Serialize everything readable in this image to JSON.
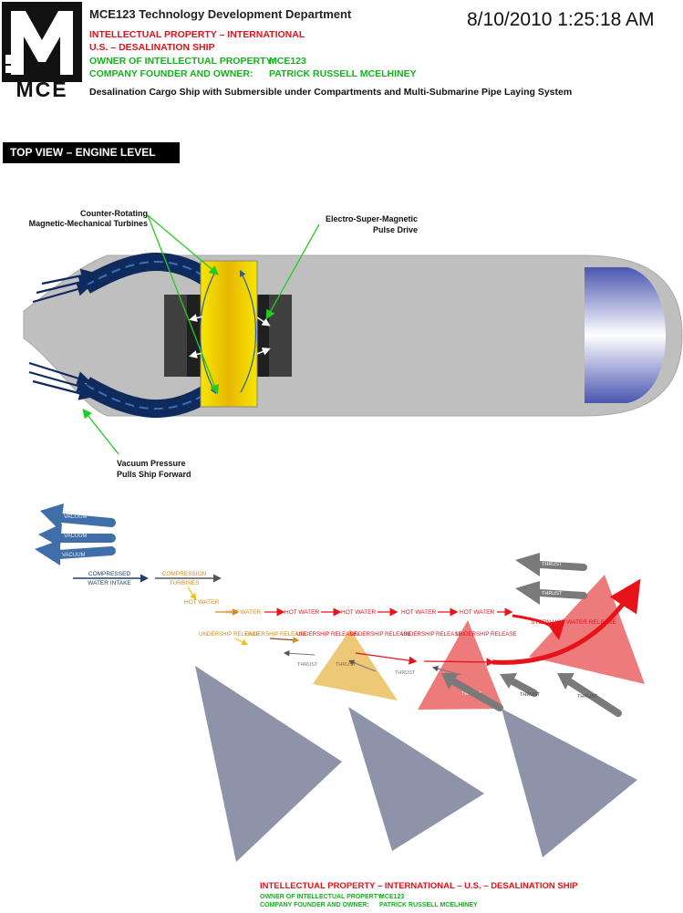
{
  "header": {
    "department": "MCE123 Technology Development Department",
    "timestamp": "8/10/2010 1:25:18 AM",
    "line_ip": "INTELLECTUAL PROPERTY – INTERNATIONAL",
    "line_ship": "U.S. – DESALINATION SHIP",
    "owner_label": "OWNER OF INTELLECTUAL PROPERTY:",
    "owner_value": "MCE123",
    "founder_label": "COMPANY FOUNDER AND OWNER:",
    "founder_value": "PATRICK RUSSELL MCELHINEY",
    "description": "Desalination Cargo Ship with Submersible under Compartments and Multi-Submarine Pipe Laying System",
    "logo_text": "MCE"
  },
  "section_title": "TOP VIEW – ENGINE LEVEL",
  "labels": {
    "turbines_line1": "Counter-Rotating",
    "turbines_line2": "Magnetic-Mechanical Turbines",
    "pulse_line1": "Electro-Super-Magnetic",
    "pulse_line2": "Pulse Drive",
    "vacuum_line1": "Vacuum Pressure",
    "vacuum_line2": "Pulls Ship Forward"
  },
  "flow": {
    "vacuum": "VACUUM",
    "compressed_line1": "COMPRESSED",
    "compressed_line2": "WATER INTAKE",
    "compression_line1": "COMPRESSION",
    "compression_line2": "TURBINES",
    "hot_water": "HOT WATER",
    "undership_release": "UNDERSHIP RELEASE",
    "stern_release": "STERN HOT WATER RELEASE",
    "thrust": "THRUST"
  },
  "colors": {
    "hull": "#bfbfbf",
    "pipe": "#0f2a5c",
    "turbine": "#f5e60c",
    "hot": "#e8121b",
    "release": "#d98a1c",
    "intake": "#1f3f6e",
    "vacuum_arrow": "#3f6ea8",
    "thrust_arrow": "#7a7a7a",
    "triangle_grey": "#8d93a8",
    "triangle_yellow": "#edc977",
    "triangle_red": "#ee7b7b"
  },
  "footer": {
    "ip_line": "INTELLECTUAL PROPERTY – INTERNATIONAL – U.S. – DESALINATION SHIP",
    "owner_label": "OWNER OF INTELLECTUAL PROPERTY:",
    "owner_value": "MCE123",
    "founder_label": "COMPANY FOUNDER AND OWNER:",
    "founder_value": "PATRICK RUSSELL MCELHINEY"
  }
}
